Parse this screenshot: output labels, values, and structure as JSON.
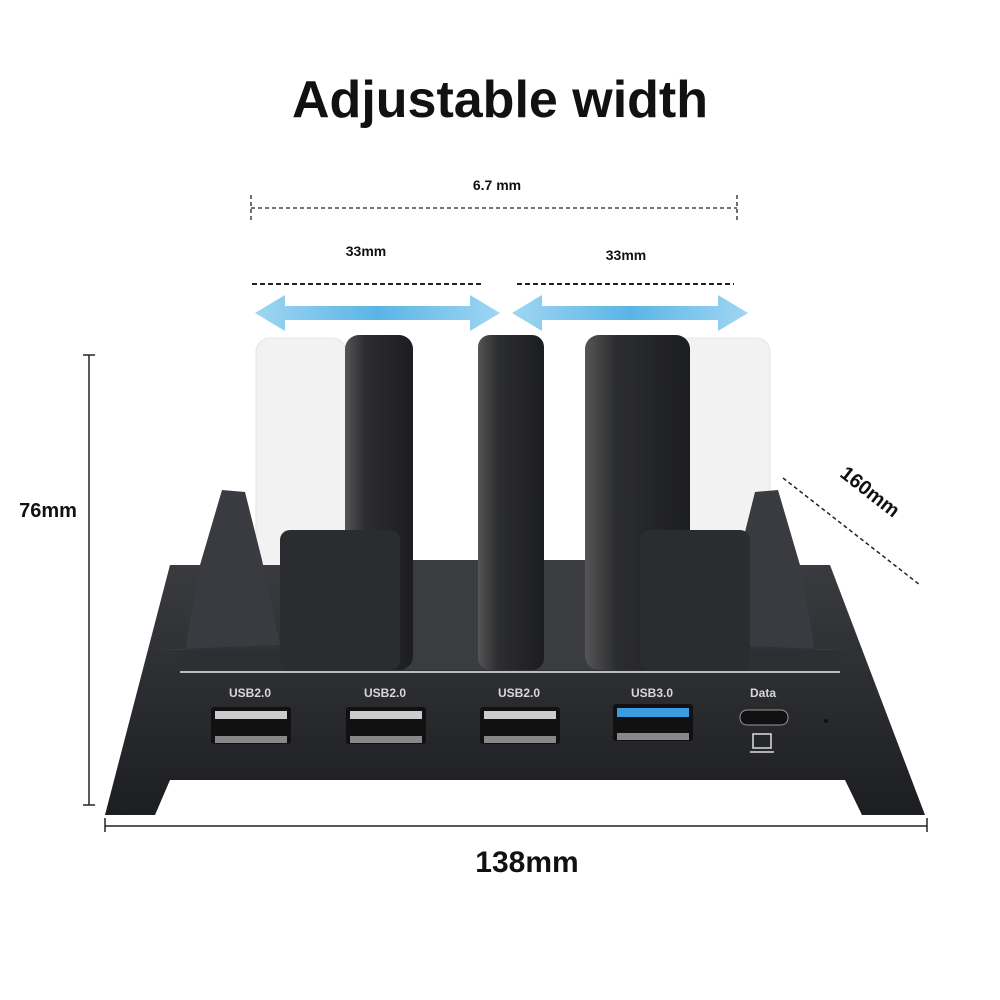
{
  "title": "Adjustable width",
  "dimensions": {
    "total_slot_span": "6.7 mm",
    "left_slot": "33mm",
    "right_slot": "33mm",
    "height": "76mm",
    "depth": "160mm",
    "width": "138mm"
  },
  "ports": [
    {
      "label": "USB2.0",
      "type": "usb-a"
    },
    {
      "label": "USB2.0",
      "type": "usb-a"
    },
    {
      "label": "USB2.0",
      "type": "usb-a"
    },
    {
      "label": "USB3.0",
      "type": "usb-a-blue"
    },
    {
      "label": "Data",
      "type": "usb-c"
    }
  ],
  "colors": {
    "body": "#2a2b2e",
    "arrow": "#7cc4ec",
    "usb3": "#3a9be0"
  }
}
